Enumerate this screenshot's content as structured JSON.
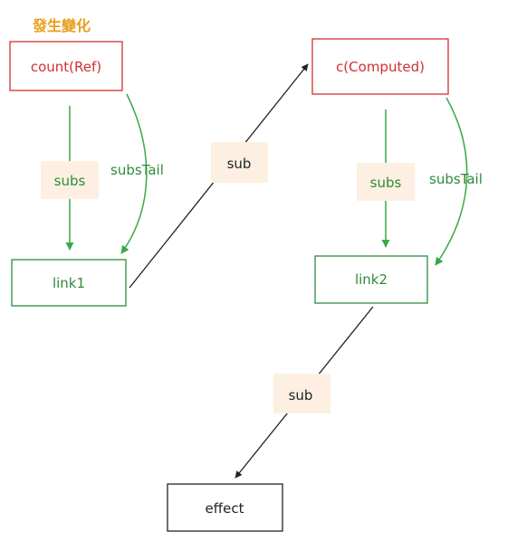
{
  "annotation": {
    "text": "發生變化",
    "color": "#e8a01f"
  },
  "nodes": {
    "count": {
      "label": "count(Ref)",
      "border_color": "#d32f2f",
      "text_color": "#d32f2f"
    },
    "computed": {
      "label": "c(Computed)",
      "border_color": "#d32f2f",
      "text_color": "#d32f2f"
    },
    "link1": {
      "label": "link1",
      "border_color": "#2e8b3a",
      "text_color": "#2e8b3a"
    },
    "link2": {
      "label": "link2",
      "border_color": "#2e8b3a",
      "text_color": "#2e8b3a"
    },
    "effect": {
      "label": "effect",
      "border_color": "#222222",
      "text_color": "#222222"
    }
  },
  "edges": {
    "count_subs": {
      "label": "subs",
      "color": "#3aa845"
    },
    "count_subsTail": {
      "label": "subsTail",
      "color": "#3aa845"
    },
    "link1_sub": {
      "label": "sub",
      "color": "#222222"
    },
    "computed_subs": {
      "label": "subs",
      "color": "#3aa845"
    },
    "computed_subsTail": {
      "label": "subsTail",
      "color": "#3aa845"
    },
    "link2_sub": {
      "label": "sub",
      "color": "#222222"
    }
  },
  "colors": {
    "red_box": "#d32f2f",
    "green": "#2e8b3a",
    "label_bg": "#fdf0e2",
    "black": "#222222"
  }
}
